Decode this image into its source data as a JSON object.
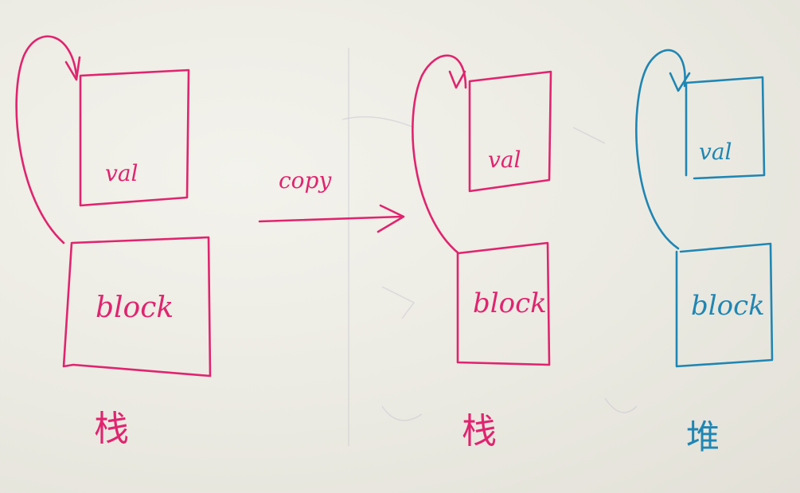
{
  "colors": {
    "paper": "#ecebe4",
    "pink_ink": "#e0246f",
    "blue_ink": "#1f86b3"
  },
  "diagram": {
    "left_group": {
      "top_box_label": "val",
      "bottom_box_label": "block",
      "caption": "栈"
    },
    "arrow_label": "copy",
    "middle_group": {
      "top_box_label": "val",
      "bottom_box_label": "block",
      "caption": "栈"
    },
    "right_group": {
      "top_box_label": "val",
      "bottom_box_label": "block",
      "caption": "堆"
    }
  }
}
